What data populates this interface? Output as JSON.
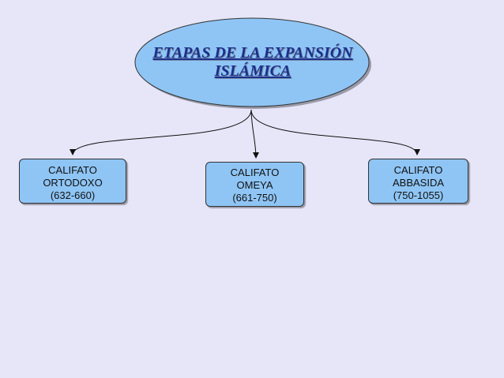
{
  "diagram": {
    "root": {
      "line1": "ETAPAS DE LA EXPANSIÓN",
      "line2": "ISLÁMICA"
    },
    "children": [
      {
        "line1": "CALIFATO",
        "line2": "ORTODOXO",
        "line3": "(632-660)"
      },
      {
        "line1": "CALIFATO",
        "line2": "OMEYA",
        "line3": "(661-750)"
      },
      {
        "line1": "CALIFATO",
        "line2": "ABBASIDA",
        "line3": "(750-1055)"
      }
    ]
  },
  "colors": {
    "background": "#e6e6f8",
    "node_fill": "#8fc5f5",
    "title_text": "#1a2f8a",
    "outline": "#333333"
  }
}
